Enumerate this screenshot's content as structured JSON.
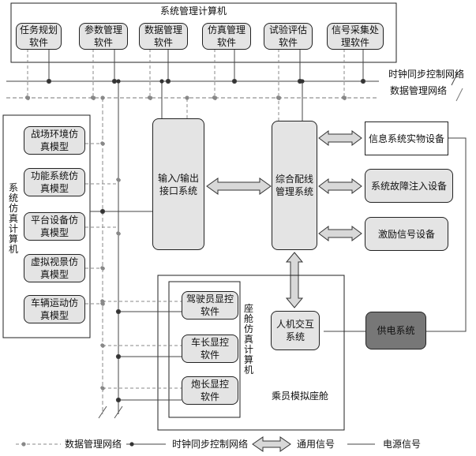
{
  "top_computer": {
    "title": "系统管理计算机",
    "modules": [
      "任务规划\n软件",
      "参数管理\n软件",
      "数据管理\n软件",
      "仿真管理\n软件",
      "试验评估\n软件",
      "信号采集处\n理软件"
    ]
  },
  "networks": {
    "clock_sync": "时钟同步控制网络",
    "data_mgmt": "数据管理网络"
  },
  "sim_computer": {
    "title": "系统仿真计算机",
    "models": [
      "战场环境仿\n真模型",
      "功能系统仿\n真模型",
      "平台设备仿\n真模型",
      "虚拟视景仿\n真模型",
      "车辆运动仿\n真模型"
    ]
  },
  "io_interface": "输入/输出\n接口系统",
  "integrated_wiring": "综合配线\n管理系统",
  "devices": [
    "信息系统实物设备",
    "系统故障注入设备",
    "激励信号设备"
  ],
  "power_system": "供电系统",
  "hmi": "人机交互\n系统",
  "cockpit": {
    "title": "乘员模拟座舱",
    "computer_label": "座舱仿真计算机",
    "consoles": [
      "驾驶员显控\n软件",
      "车长显控\n软件",
      "炮长显控\n软件"
    ]
  },
  "legend": {
    "data_mgmt": "数据管理网络",
    "clock_sync": "时钟同步控制网络",
    "general_signal": "通用信号",
    "power_signal": "电源信号"
  },
  "colors": {
    "box_fill": "#e4e4e4",
    "power_fill": "#777777",
    "line": "#555555"
  }
}
